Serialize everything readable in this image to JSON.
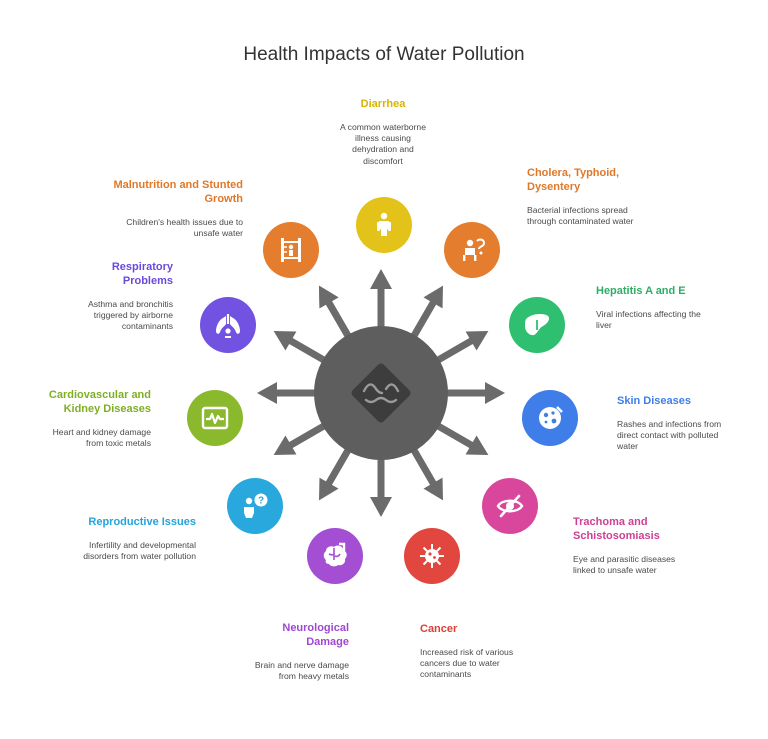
{
  "title": "Health Impacts of Water Pollution",
  "items": [
    {
      "key": "diarrhea",
      "title": "Diarrhea",
      "description": "A common waterborne illness causing dehydration and discomfort",
      "color": "#e3c31a",
      "text_color": "#d6b400",
      "icon": "toilet-person-icon"
    },
    {
      "key": "cholera",
      "title": "Cholera, Typhoid, Dysentery",
      "description": "Bacterial infections spread through contaminated water",
      "color": "#e57d2e",
      "text_color": "#e0782a",
      "icon": "sick-person-icon"
    },
    {
      "key": "hepatitis",
      "title": "Hepatitis A and E",
      "description": "Viral infections affecting the liver",
      "color": "#2fbf71",
      "text_color": "#2cae65",
      "icon": "liver-icon"
    },
    {
      "key": "skin",
      "title": "Skin Diseases",
      "description": "Rashes and infections from direct contact with polluted water",
      "color": "#3f7ee8",
      "text_color": "#3f7ee8",
      "icon": "skin-rash-icon"
    },
    {
      "key": "trachoma",
      "title": "Trachoma and Schistosomiasis",
      "description": "Eye and parasitic diseases linked to unsafe water",
      "color": "#d9479c",
      "text_color": "#cf3f93",
      "icon": "eye-slash-icon"
    },
    {
      "key": "cancer",
      "title": "Cancer",
      "description": "Increased risk of various cancers due to water contaminants",
      "color": "#e1473e",
      "text_color": "#dc4038",
      "icon": "virus-cell-icon"
    },
    {
      "key": "neuro",
      "title": "Neurological Damage",
      "description": "Brain and nerve damage from heavy metals",
      "color": "#a44fd3",
      "text_color": "#9f47d1",
      "icon": "brain-icon"
    },
    {
      "key": "repro",
      "title": "Reproductive Issues",
      "description": "Infertility and developmental disorders from water pollution",
      "color": "#29a8de",
      "text_color": "#23a3dc",
      "icon": "person-question-icon"
    },
    {
      "key": "cardio",
      "title": "Cardiovascular and Kidney Diseases",
      "description": "Heart and kidney damage from toxic metals",
      "color": "#8bb92d",
      "text_color": "#7fae25",
      "icon": "heart-monitor-icon"
    },
    {
      "key": "resp",
      "title": "Respiratory Problems",
      "description": "Asthma and bronchitis triggered by airborne contaminants",
      "color": "#7252e0",
      "text_color": "#6a4adc",
      "icon": "lungs-icon"
    },
    {
      "key": "malnut",
      "title": "Malnutrition and Stunted Growth",
      "description": "Children's health issues due to unsafe water",
      "color": "#e57d2e",
      "text_color": "#e0782a",
      "icon": "height-measure-icon"
    }
  ],
  "center": {
    "color": "#5e5e5e",
    "icon": "polluted-water-icon"
  }
}
